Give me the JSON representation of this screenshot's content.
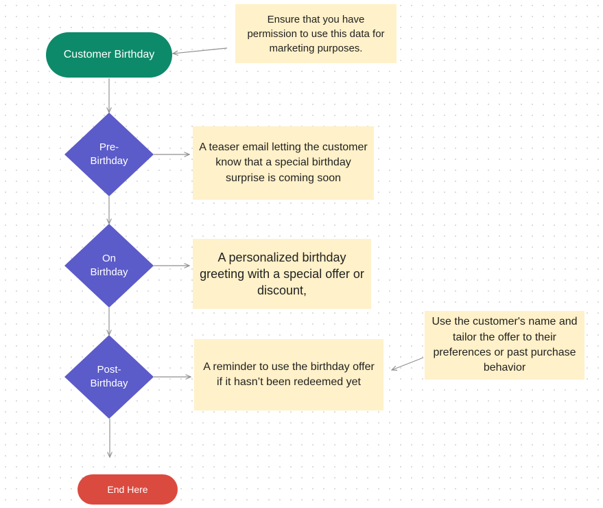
{
  "start_node": {
    "label": "Customer Birthday"
  },
  "steps": [
    {
      "label": "Pre-\nBirthday",
      "note": "A teaser email letting the customer know that a special birthday surprise is coming soon"
    },
    {
      "label": "On\nBirthday",
      "note": "A personalized birthday greeting with a special offer or discount,"
    },
    {
      "label": "Post-\nBirthday",
      "note": "A reminder to use the birthday offer if it hasn’t been redeemed yet"
    }
  ],
  "end_node": {
    "label": "End Here"
  },
  "side_notes": {
    "permission": "Ensure that you have permission to use this data for marketing purposes.",
    "personalize": "Use the customer's name and tailor the offer to their preferences or past purchase behavior"
  },
  "colors": {
    "start": "#0d8a6a",
    "diamond": "#5b5bc9",
    "end": "#db4a3f",
    "note": "#fff1c9",
    "connector": "#8f8f8f"
  }
}
